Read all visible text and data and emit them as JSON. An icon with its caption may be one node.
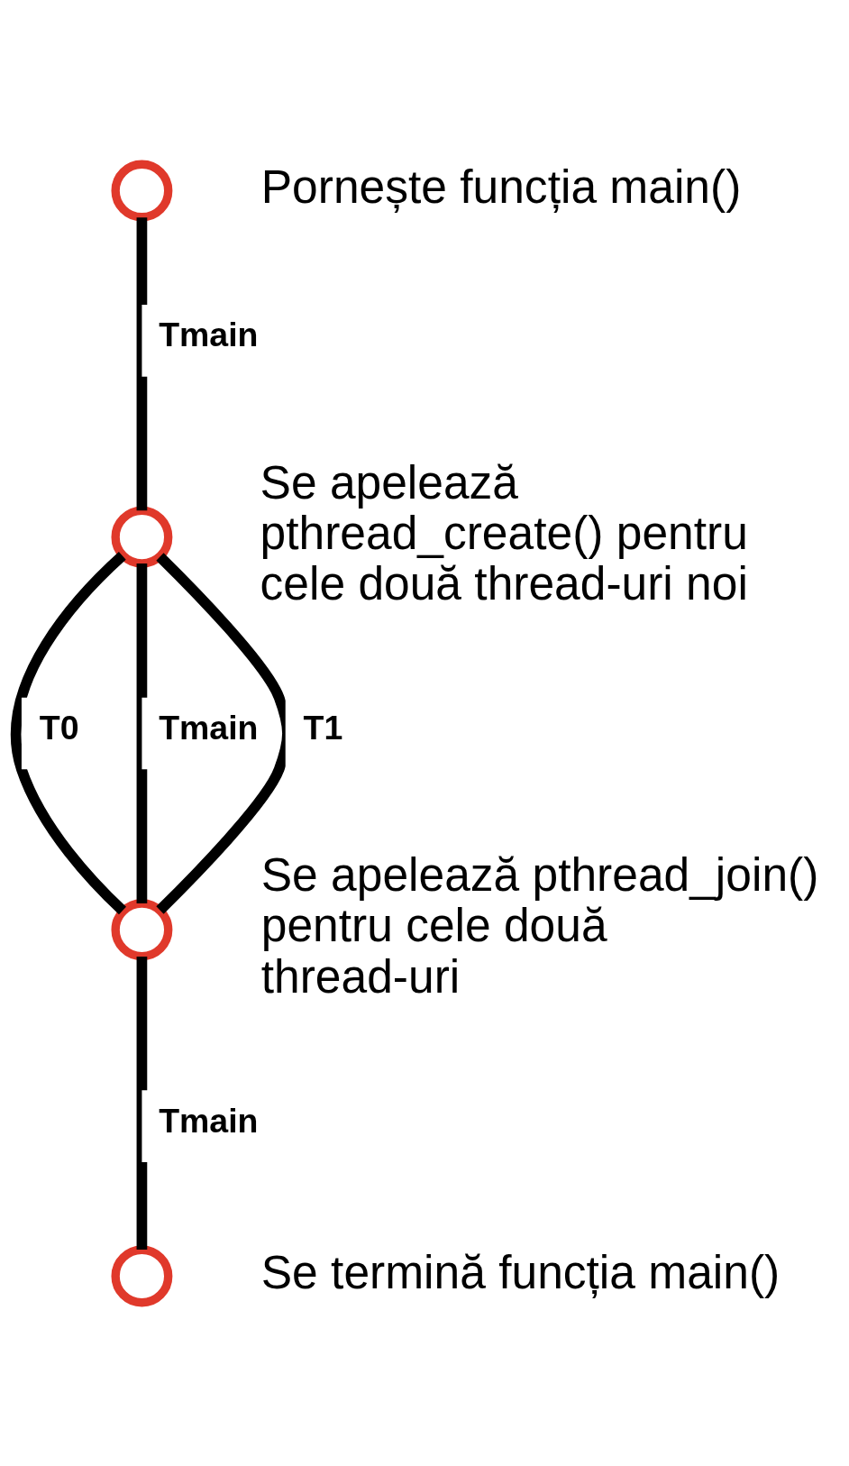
{
  "diagram": {
    "nodes": [
      {
        "text": [],
        "shape": "circle",
        "beside": [
          "Pornește funcția main()"
        ]
      },
      {
        "text": [],
        "shape": "circle",
        "beside": [
          "Se apelează pthread_create() pentru cele două thread-uri noi"
        ]
      },
      {
        "text": [],
        "shape": "circle",
        "beside": [
          "Se apelează pthread_join() pentru cele două thread-uri"
        ]
      },
      {
        "text": [],
        "shape": "circle",
        "beside": [
          "Se termină funcția main()"
        ]
      }
    ],
    "edges": [
      {
        "from": 0,
        "to": 1,
        "arrow": "none",
        "label": "Tmain"
      },
      {
        "from": 1,
        "to": 2,
        "arrow": "none",
        "label": "T0"
      },
      {
        "from": 1,
        "to": 2,
        "arrow": "none",
        "label": "Tmain"
      },
      {
        "from": 1,
        "to": 2,
        "arrow": "none",
        "label": "T1"
      },
      {
        "from": 2,
        "to": 3,
        "arrow": "none",
        "label": "Tmain"
      }
    ]
  }
}
